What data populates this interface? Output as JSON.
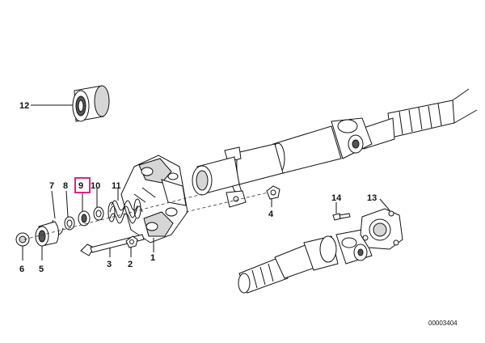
{
  "labels": {
    "p1": "1",
    "p2": "2",
    "p3": "3",
    "p4": "4",
    "p5": "5",
    "p6": "6",
    "p7": "7",
    "p8": "8",
    "p9": "9",
    "p10": "10",
    "p11": "11",
    "p12": "12",
    "p13": "13",
    "p14": "14"
  },
  "reference_code": "00003404",
  "highlighted_part": "9",
  "colors": {
    "highlight": "#e0237d",
    "ink": "#111111"
  }
}
